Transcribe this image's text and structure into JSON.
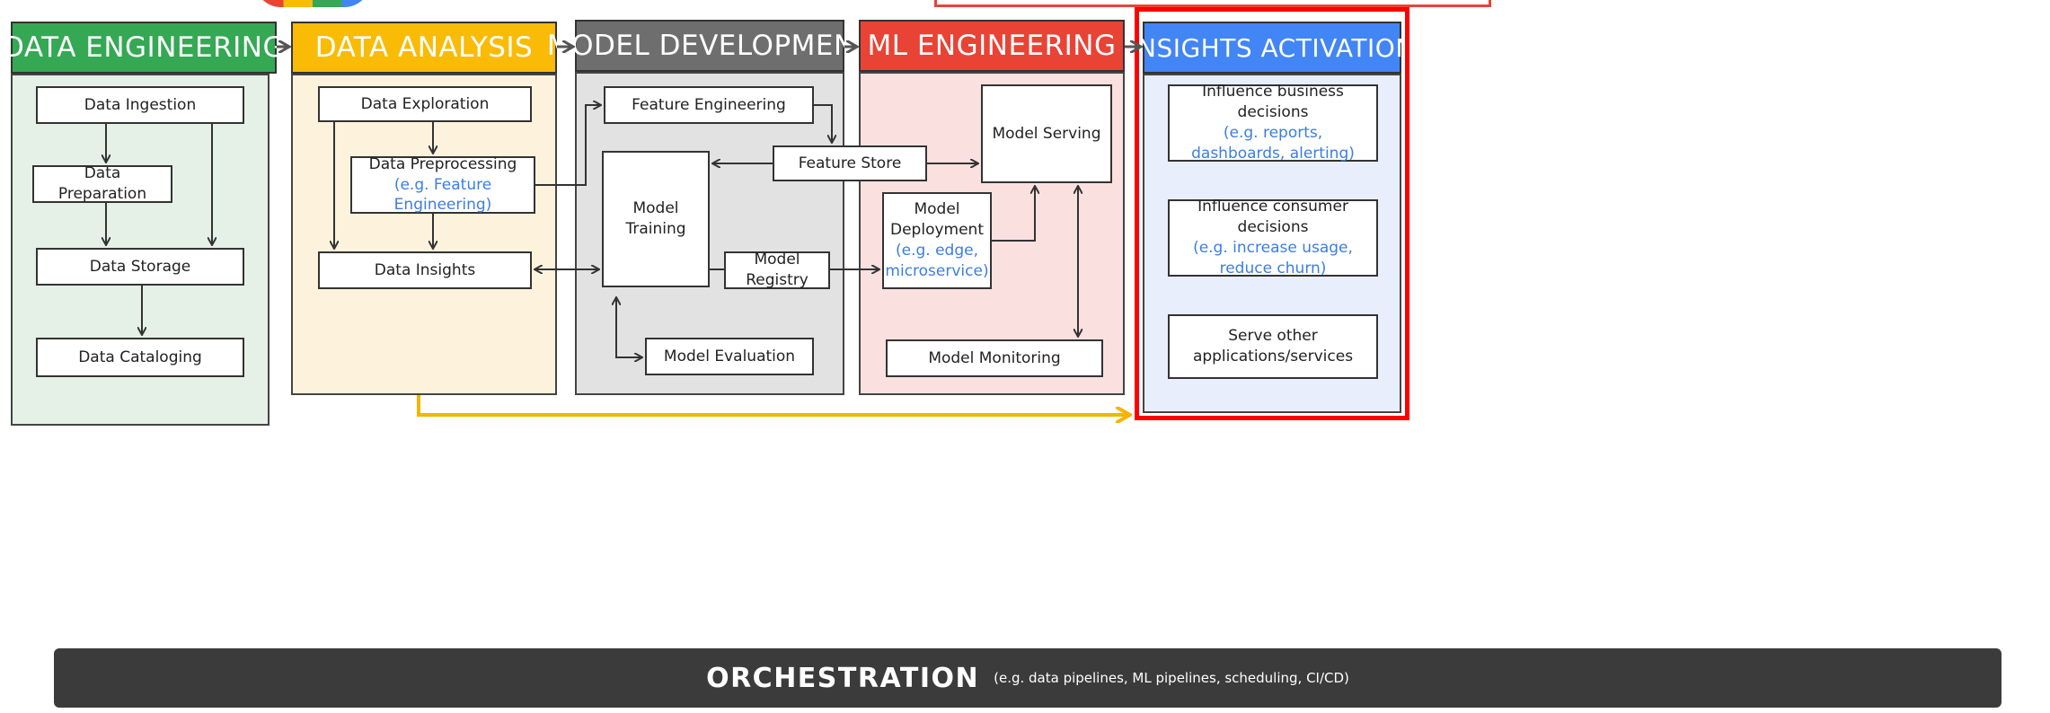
{
  "colors": {
    "data_engineering": "#34a853",
    "data_analysis": "#f9bb05",
    "model_development": "#6e6e6e",
    "ml_engineering": "#e94335",
    "insights_activation": "#4285f4",
    "highlight": "#ff0000",
    "note_text": "#3b7ee0"
  },
  "columns": {
    "data_engineering": {
      "title": "DATA ENGINEERING"
    },
    "data_analysis": {
      "title": "DATA ANALYSIS"
    },
    "model_development": {
      "title": "MODEL DEVELOPMENT"
    },
    "ml_engineering": {
      "title": "ML ENGINEERING"
    },
    "insights_activation": {
      "title": "INSIGHTS ACTIVATION"
    }
  },
  "boxes": {
    "data_ingestion": "Data Ingestion",
    "data_preparation": "Data Preparation",
    "data_storage": "Data Storage",
    "data_cataloging": "Data Cataloging",
    "data_exploration": "Data Exploration",
    "data_preprocessing": "Data Preprocessing",
    "data_preprocessing_note": "(e.g. Feature Engineering)",
    "data_insights": "Data Insights",
    "feature_engineering": "Feature Engineering",
    "feature_store": "Feature Store",
    "model_training_1": "Model",
    "model_training_2": "Training",
    "model_registry": "Model Registry",
    "model_evaluation": "Model Evaluation",
    "model_serving": "Model Serving",
    "model_deployment_1": "Model",
    "model_deployment_2": "Deployment",
    "model_deployment_note_1": "(e.g. edge,",
    "model_deployment_note_2": "microservice)",
    "model_monitoring": "Model Monitoring",
    "business_decisions": "Influence business decisions",
    "business_decisions_note_1": "(e.g. reports,",
    "business_decisions_note_2": "dashboards, alerting)",
    "consumer_decisions": "Influence consumer decisions",
    "consumer_decisions_note_1": "(e.g. increase usage,",
    "consumer_decisions_note_2": "reduce churn)",
    "serve_other_1": "Serve other",
    "serve_other_2": "applications/services"
  },
  "orchestration": {
    "title": "ORCHESTRATION",
    "note": "(e.g. data pipelines, ML pipelines, scheduling, CI/CD)"
  }
}
